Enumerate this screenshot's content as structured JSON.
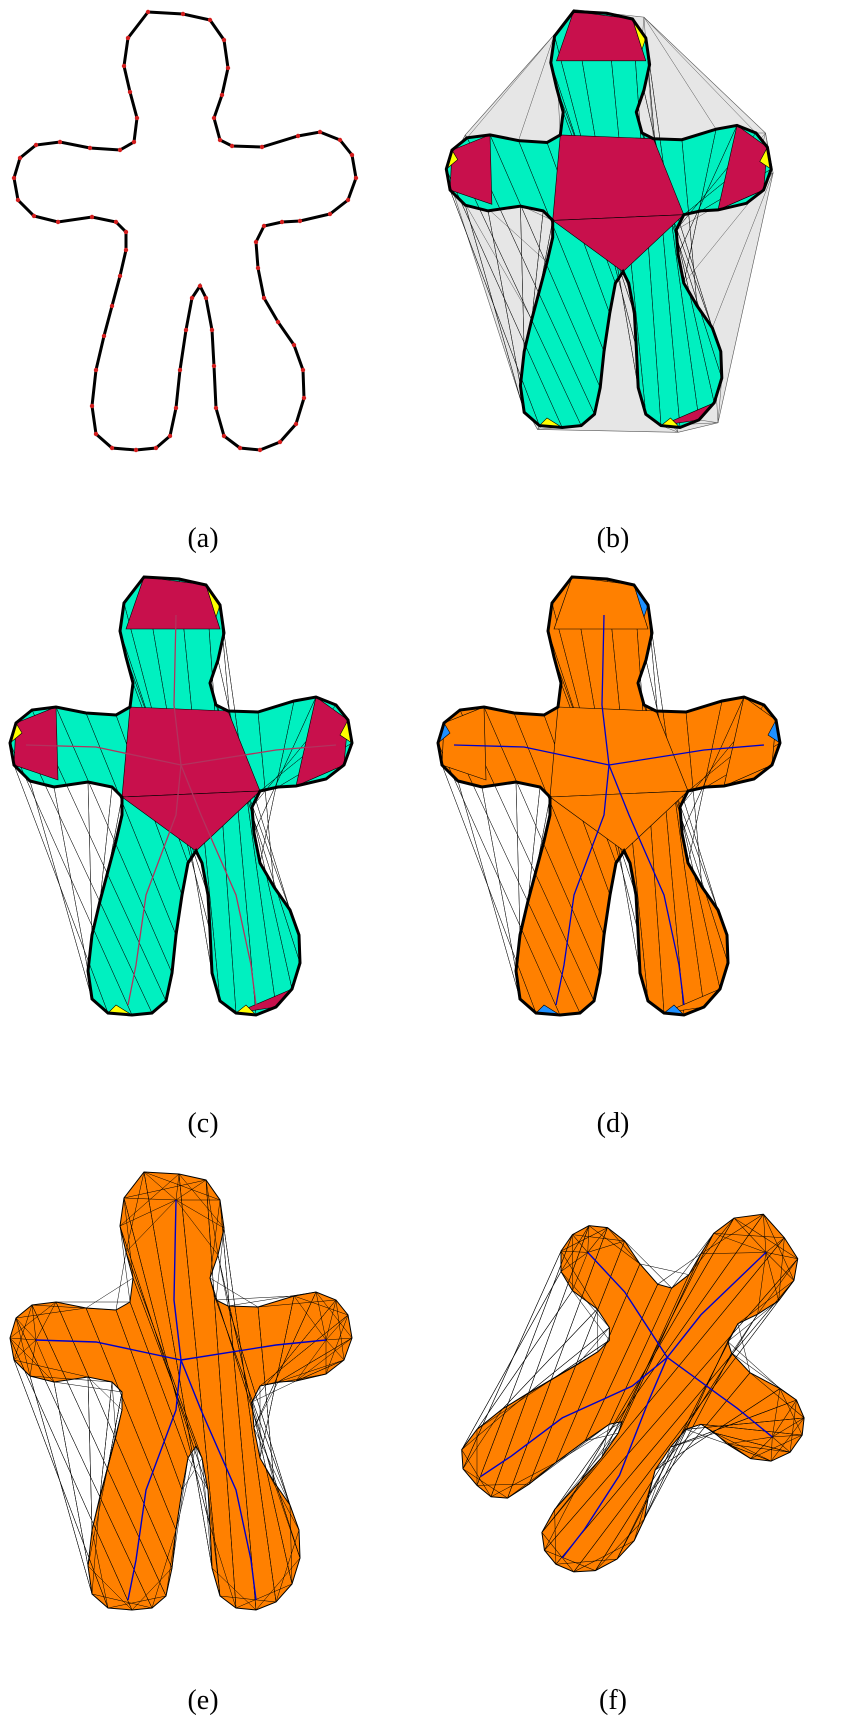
{
  "figure": {
    "panels": [
      {
        "id": "a",
        "caption": "(a)",
        "description": "input polygon",
        "style": "outline"
      },
      {
        "id": "b",
        "caption": "(b)",
        "description": "delaunay with hull",
        "style": "classified"
      },
      {
        "id": "c",
        "caption": "(c)",
        "description": "interior triangles with spine",
        "style": "classified-spine"
      },
      {
        "id": "d",
        "caption": "(d)",
        "description": "pruned triangles",
        "style": "pruned"
      },
      {
        "id": "e",
        "caption": "(e)",
        "description": "retriangulated mesh",
        "style": "mesh"
      },
      {
        "id": "f",
        "caption": "(f)",
        "description": "deformed mesh",
        "style": "deformed"
      }
    ]
  },
  "colors": {
    "outline": "#000000",
    "vertex": "#d41e1e",
    "sleeve": "#00f0c0",
    "junction": "#c8104c",
    "terminal": "#ffff00",
    "exterior": "#e6e6e6",
    "body": "#ff8000",
    "cap": "#1e90ff",
    "spine_red": "#b2335e",
    "spine_blue": "#0000cc"
  }
}
